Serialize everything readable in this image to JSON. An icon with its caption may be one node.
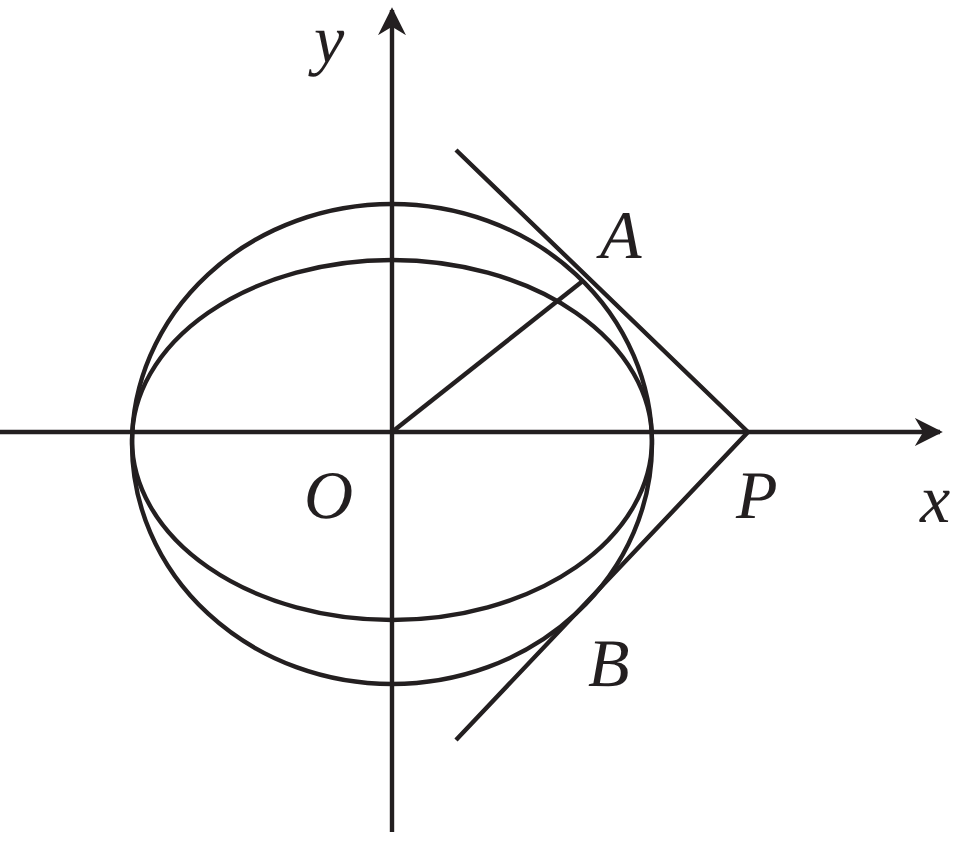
{
  "diagram": {
    "labels": [
      "y",
      "A",
      "O",
      "P",
      "x",
      "B"
    ]
  }
}
